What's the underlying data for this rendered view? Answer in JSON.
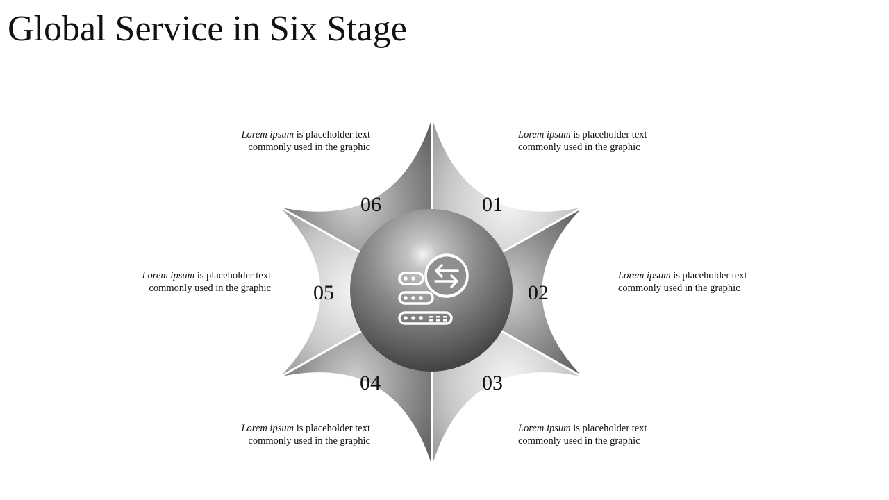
{
  "slide": {
    "title": "Global Service in Six Stage"
  },
  "center_icon": "server-exchange-icon",
  "stages": [
    {
      "number": "01",
      "lead": "Lorem ipsum",
      "text": " is placeholder text commonly used in the graphic"
    },
    {
      "number": "02",
      "lead": "Lorem ipsum",
      "text": " is placeholder text commonly used in the graphic"
    },
    {
      "number": "03",
      "lead": "Lorem ipsum",
      "text": " is placeholder text commonly used in the graphic"
    },
    {
      "number": "04",
      "lead": "Lorem ipsum",
      "text": " is placeholder text commonly used in the graphic"
    },
    {
      "number": "05",
      "lead": "Lorem ipsum",
      "text": " is placeholder text commonly used in the graphic"
    },
    {
      "number": "06",
      "lead": "Lorem ipsum",
      "text": " is placeholder text commonly used in the graphic"
    }
  ]
}
